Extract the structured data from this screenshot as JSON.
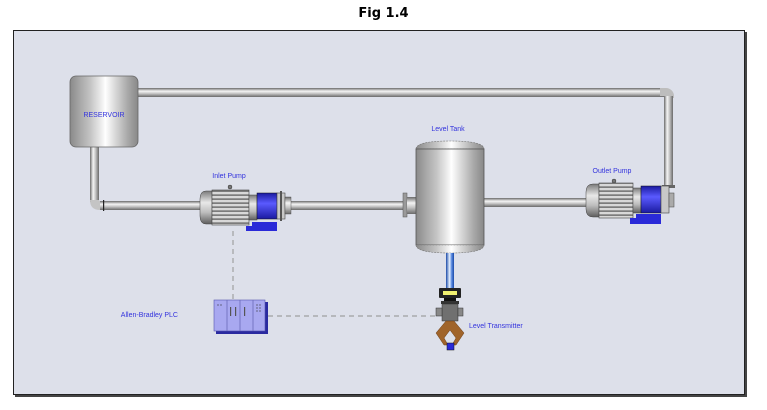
{
  "figure": {
    "title": "Fig 1.4"
  },
  "components": {
    "reservoir": {
      "label": "RESERVOIR"
    },
    "inlet_pump": {
      "label": "Inlet Pump"
    },
    "level_tank": {
      "label": "Level Tank"
    },
    "outlet_pump": {
      "label": "Outlet Pump"
    },
    "plc": {
      "label": "Allen-Bradley PLC"
    },
    "level_transmitter": {
      "label": "Level Transmitter"
    }
  },
  "colors": {
    "background": "#dde0ea",
    "label_text": "#3333dd",
    "pump_body_blue": "#2a2ad8",
    "plc_fill": "#a8a8f0",
    "transmitter_bracket": "#a0642a",
    "signal_line": "#a0a0a0"
  }
}
